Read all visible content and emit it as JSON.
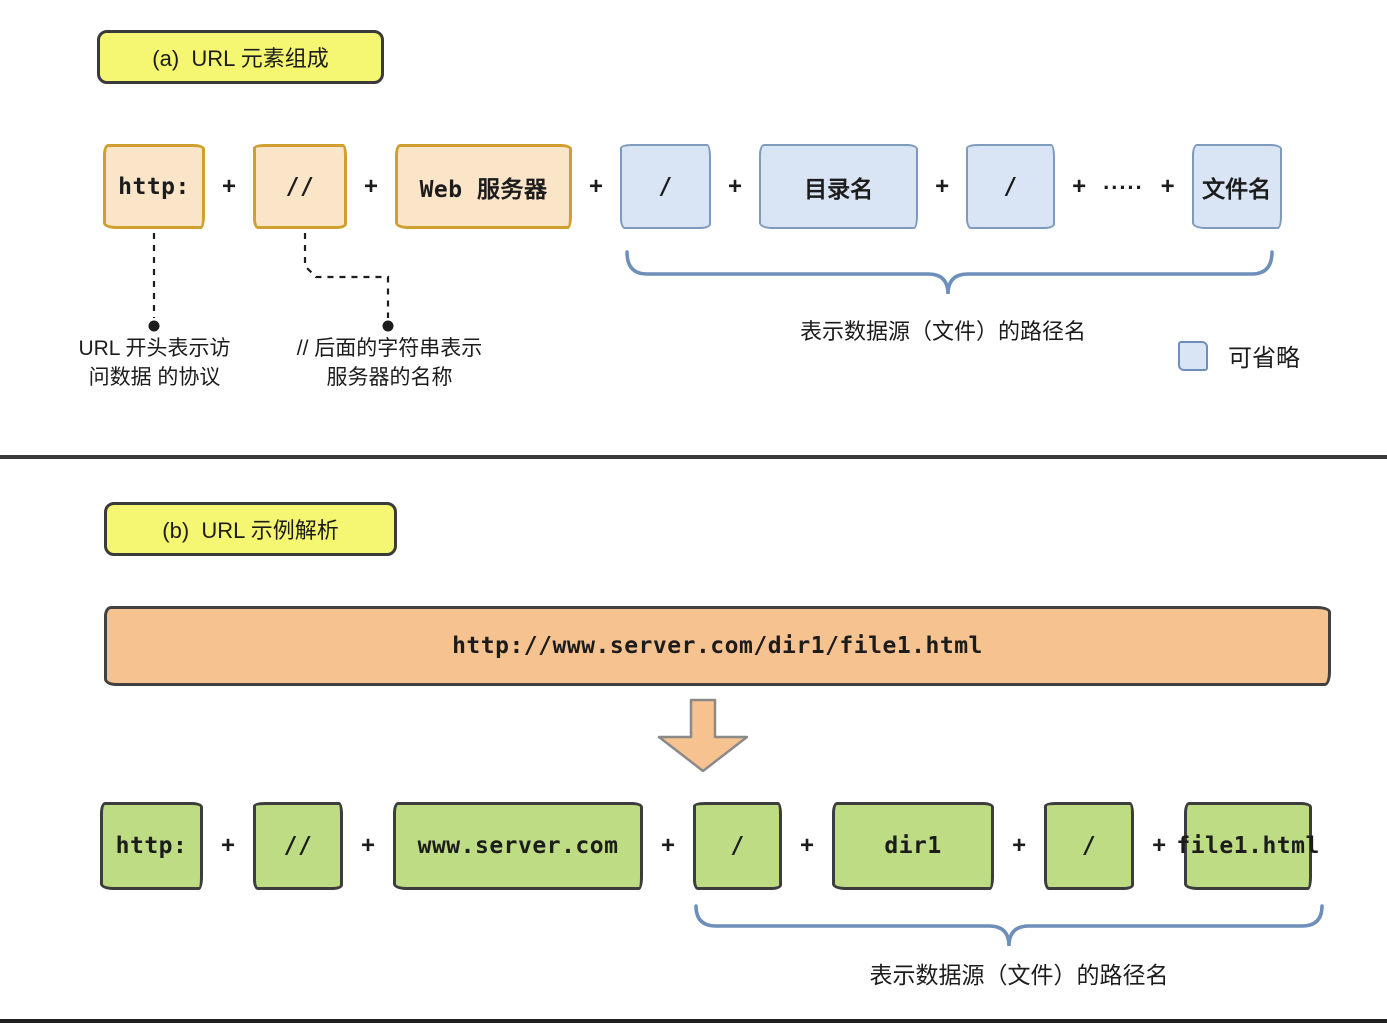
{
  "colors": {
    "badge-bg": "#f5f671",
    "badge-border": "#3a3a3a",
    "orange-fill": "#fbe5c8",
    "orange-border": "#cfa02f",
    "blue-fill": "#d9e5f5",
    "blue-border": "#7e9abc",
    "green-fill": "#bddc83",
    "green-border": "#3d3d3d",
    "banner-fill": "#f6c28f",
    "banner-border": "#414141",
    "brace": "#6d8fba",
    "arrow-fill": "#f6c28f",
    "arrow-border": "#8a8a8a",
    "connector": "#1c1c1c",
    "ink": "#1c1c1c"
  },
  "symbols": {
    "plus": "+",
    "dots": "....."
  },
  "section_a": {
    "badge": "(a)  URL 元素组成",
    "boxes": [
      "http:",
      "//",
      "Web 服务器",
      "/",
      "目录名",
      "/",
      "文件名"
    ],
    "note_http": {
      "line1": "URL 开头表示访",
      "line2": "问数据 的协议"
    },
    "note_slashes": {
      "line1": "// 后面的字符串表示",
      "line2": "服务器的名称"
    },
    "brace_label": "表示数据源（文件）的路径名",
    "legend_label": "可省略"
  },
  "section_b": {
    "badge": "(b)  URL 示例解析",
    "banner": "http://www.server.com/dir1/file1.html",
    "boxes": [
      "http:",
      "//",
      "www.server.com",
      "/",
      "dir1",
      "/",
      "file1.html"
    ],
    "brace_label": "表示数据源（文件）的路径名"
  }
}
